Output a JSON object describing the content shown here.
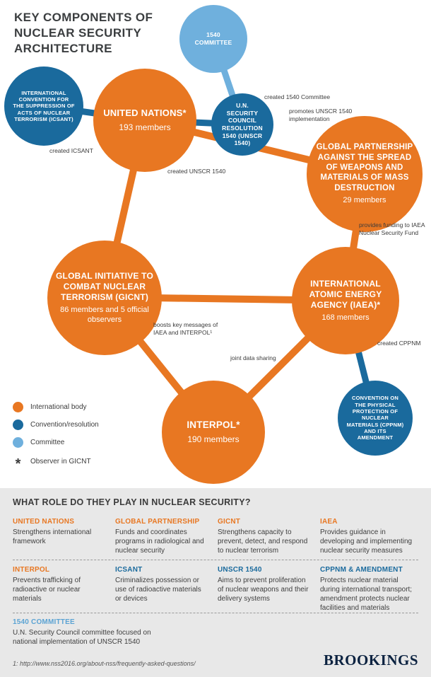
{
  "colors": {
    "orange": "#e87722",
    "dark_blue": "#1a6a9d",
    "light_blue": "#6fb0dd",
    "bottom_background": "#e8e8e8",
    "text_dark": "#3b3b3b"
  },
  "header": {
    "title": "KEY COMPONENTS OF\nNUCLEAR SECURITY\nARCHITECTURE"
  },
  "diagram": {
    "nodes": {
      "committee1540": {
        "title": "1540 COMMITTEE"
      },
      "icsant": {
        "title": "INTERNATIONAL CONVENTION FOR THE SUPPRESSION OF ACTS OF NUCLEAR TERRORISM (ICSANT)"
      },
      "un": {
        "title": "UNITED NATIONS*",
        "subtitle": "193 members"
      },
      "unscr1540": {
        "title": "U.N. SECURITY COUNCIL RESOLUTION 1540 (UNSCR 1540)"
      },
      "global_partnership": {
        "title": "GLOBAL PARTNERSHIP AGAINST THE SPREAD OF WEAPONS AND MATERIALS OF MASS DESTRUCTION",
        "subtitle": "29 members"
      },
      "gicnt": {
        "title": "GLOBAL INITIATIVE TO COMBAT NUCLEAR TERRORISM (GICNT)",
        "subtitle": "86 members and 5 official observers"
      },
      "iaea": {
        "title": "INTERNATIONAL ATOMIC ENERGY AGENCY (IAEA)*",
        "subtitle": "168 members"
      },
      "interpol": {
        "title": "INTERPOL*",
        "subtitle": "190 members"
      },
      "cppnm": {
        "title": "CONVENTION ON THE PHYSICAL PROTECTION OF NUCLEAR MATERIALS (CPPNM) AND ITS AMENDMENT"
      }
    },
    "edge_labels": {
      "created_1540_committee": "created 1540 Committee",
      "promotes_unscr_1540": "promotes UNSCR 1540 implementation",
      "created_icsant": "created ICSANT",
      "created_unscr_1540": "created UNSCR 1540",
      "provides_funding": "provides funding to IAEA Nuclear Security Fund",
      "boosts_key_messages": "boosts key messages of IAEA and INTERPOL¹",
      "joint_data_sharing": "joint data sharing",
      "created_cppnm": "created CPPNM"
    }
  },
  "legend": {
    "items": [
      {
        "label": "International body"
      },
      {
        "label": "Convention/resolution"
      },
      {
        "label": "Committee"
      }
    ],
    "asterisk_symbol": "*",
    "asterisk_note": "Observer in GICNT"
  },
  "roles": {
    "heading": "WHAT ROLE DO THEY PLAY IN NUCLEAR SECURITY?",
    "items": [
      {
        "name": "UNITED NATIONS",
        "description": "Strengthens international framework"
      },
      {
        "name": "GLOBAL PARTNERSHIP",
        "description": "Funds and coordinates programs in radiological and nuclear security"
      },
      {
        "name": "GICNT",
        "description": "Strengthens capacity to prevent, detect, and respond to nuclear terrorism"
      },
      {
        "name": "IAEA",
        "description": "Provides guidance in developing and implementing nuclear security measures"
      },
      {
        "name": "INTERPOL",
        "description": "Prevents trafficking of radioactive or nuclear materials"
      },
      {
        "name": "ICSANT",
        "description": "Criminalizes possession or use of radioactive materials or devices"
      },
      {
        "name": "UNSCR 1540",
        "description": "Aims to prevent proliferation of nuclear weapons and their delivery systems"
      },
      {
        "name": "CPPNM & AMENDMENT",
        "description": "Protects nuclear material during international transport; amendment protects nuclear facilities and materials"
      },
      {
        "name": "1540 COMMITTEE",
        "description": "U.N. Security Council committee focused on national implementation of UNSCR 1540"
      }
    ]
  },
  "footnote": "1: http://www.nss2016.org/about-nss/frequently-asked-questions/",
  "brand": "BROOKINGS"
}
